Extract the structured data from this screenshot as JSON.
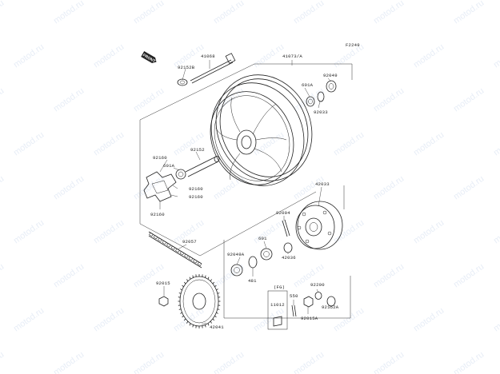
{
  "diagram": {
    "code": "F2249",
    "front_badge": "FRONT",
    "fg_note": "(FG)",
    "labels": {
      "p41068": "41068",
      "p92152a": "92152B",
      "p41073": "41073/A",
      "p601a_top": "601A",
      "p92049": "92049",
      "p92033": "92033",
      "p92160_top": "92160",
      "p92152": "92152",
      "p601a_left": "601A",
      "p92160_mid1": "92160",
      "p92160_mid2": "92160",
      "p92160_bot": "92160",
      "p42033": "42033",
      "p92004": "92004",
      "p601": "601",
      "p42036": "42036",
      "p92049a": "92049A",
      "p481": "481",
      "p92057": "92057",
      "p92015": "92015",
      "p42041": "42041",
      "p11012": "11012",
      "p550": "550",
      "p92200": "92200",
      "p92152a_low": "92152A",
      "p92015a": "92015A"
    },
    "watermark": "motod.ru"
  }
}
